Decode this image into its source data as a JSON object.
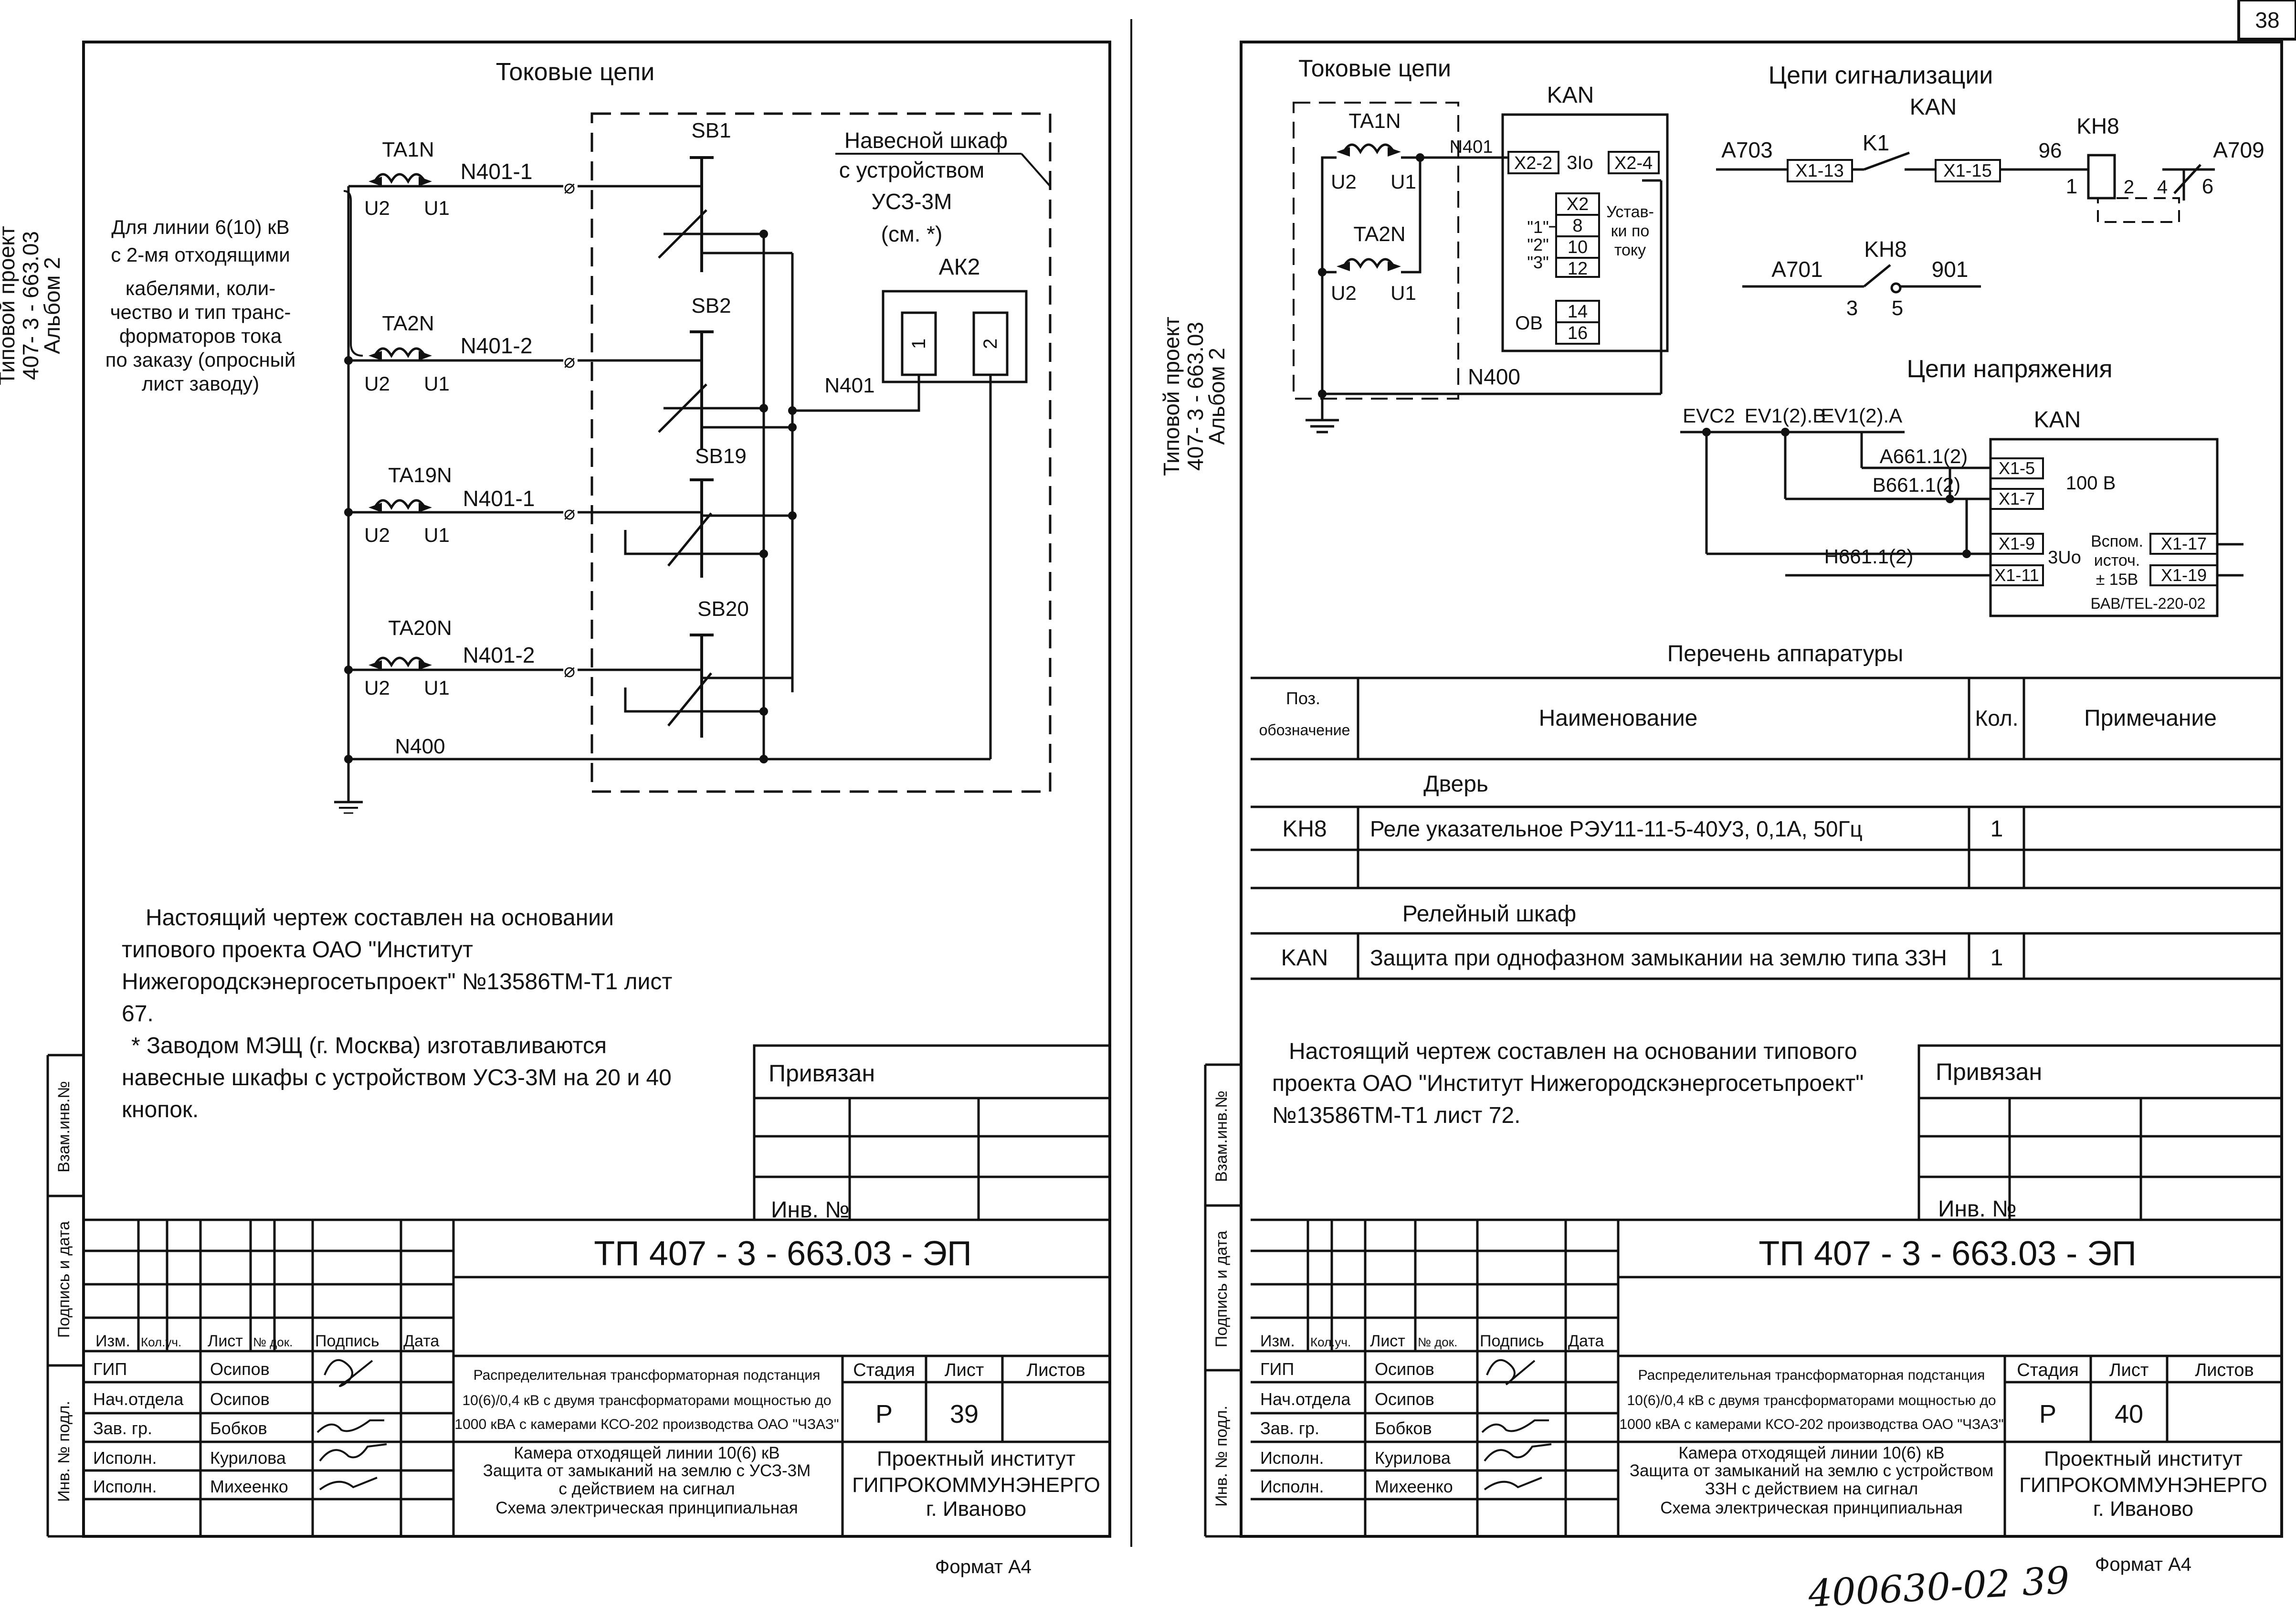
{
  "page_number": "38",
  "footer_handwritten": "400630-02 39",
  "sheets": [
    {
      "side_stamp": {
        "line1": "Типовой проект",
        "line2": "407- 3 - 663.03",
        "line3": "Альбом 2"
      },
      "side_labels": {
        "inv_vzam": "Взам.инв.№",
        "podpis_data": "Подпись и дата",
        "inv_podl": "Инв. № подл."
      },
      "diagram_title": "Токовые цепи",
      "transformers": [
        "TA1N",
        "TA2N",
        "TA19N",
        "TA20N"
      ],
      "terminal_u2": "U2",
      "terminal_u1": "U1",
      "wires": [
        "N401-1",
        "N401-2",
        "N401-1",
        "N401-2"
      ],
      "buttons": [
        "SB1",
        "SB2",
        "SB19",
        "SB20"
      ],
      "n400": "N400",
      "n401": "N401",
      "cabinet_label": [
        "Навесной шкаф",
        "с устройством",
        "УСЗ-3М",
        "(см. *)"
      ],
      "device": "АК2",
      "device_pins": [
        "1",
        "2"
      ],
      "line_note": [
        "Для линии 6(10) кВ",
        "с 2-мя отходящими",
        "кабелями, коли-",
        "чество и тип транс-",
        "форматоров тока",
        "по заказу (опросный",
        "лист заводу)"
      ],
      "notes": [
        "Настоящий чертеж составлен на основании",
        "типового проекта ОАО \"Институт",
        "Нижегородскэнергосетьпроект\" №13586ТМ-Т1 лист",
        "67.",
        "* Заводом МЭЩ (г. Москва) изготавливаются",
        "навесные шкафы с устройством УСЗ-3М на 20 и 40",
        "кнопок."
      ],
      "privyazan": "Привязан",
      "inv_no": "Инв. №",
      "doc_code": "ТП 407 - 3 - 663.03 - ЭП",
      "col_headers": [
        "Изм.",
        "Кол.уч.",
        "Лист",
        "№ док.",
        "Подпись",
        "Дата"
      ],
      "roles": [
        "ГИП",
        "Нач.отдела",
        "Зав. гр.",
        "Исполн.",
        "Исполн."
      ],
      "names": [
        "Осипов",
        "Осипов",
        "Бобков",
        "Курилова",
        "Михеенко"
      ],
      "object_desc": [
        "Распределительная трансформаторная подстанция",
        "10(6)/0,4 кВ с двумя трансформаторами мощностью до",
        "1000 кВА с камерами КСО-202 производства ОАО \"ЧЗАЗ\""
      ],
      "sheet_desc": [
        "Камера отходящей линии 10(6) кВ",
        "Защита от замыканий на землю с УСЗ-3М",
        "с действием на сигнал",
        "Схема электрическая принципиальная"
      ],
      "stadia_label": "Стадия",
      "list_label": "Лист",
      "listov_label": "Листов",
      "stadia": "Р",
      "sheet_no": "39",
      "institute": [
        "Проектный институт",
        "ГИПРОКОММУНЭНЕРГО",
        "г. Иваново"
      ],
      "format": "Формат А4"
    },
    {
      "side_stamp": {
        "line1": "Типовой проект",
        "line2": "407- 3 - 663.03",
        "line3": "Альбом 2"
      },
      "side_labels": {
        "inv_vzam": "Взам.инв.№",
        "podpis_data": "Подпись и дата",
        "inv_podl": "Инв. № подл."
      },
      "current_title": "Токовые цепи",
      "transformers": [
        "TA1N",
        "TA2N"
      ],
      "terminal_u2": "U2",
      "terminal_u1": "U1",
      "n401": "N401",
      "n400": "N400",
      "kan": "KAN",
      "kan_block": {
        "x22": "X2-2",
        "i3": "3Io",
        "x24": "X2-4",
        "x2": "X2",
        "pins": [
          "8",
          "10",
          "12"
        ],
        "ustav": [
          "Устав-",
          "ки по",
          "току"
        ],
        "quotes": [
          "\"1\"",
          "\"2\"",
          "\"3\""
        ],
        "ov": "ОВ",
        "ov_pins": [
          "14",
          "16"
        ]
      },
      "signal_title": "Цепи сигнализации",
      "signal": {
        "a703": "А703",
        "k1": "K1",
        "x113": "X1-13",
        "x115": "X1-15",
        "n96": "96",
        "kh8": "KH8",
        "pin1": "1",
        "pin2": "2",
        "pin4": "4",
        "pin6": "6",
        "a709": "А709",
        "a701": "А701",
        "n901": "901",
        "pin3": "3",
        "pin5": "5"
      },
      "voltage_title": "Цепи напряжения",
      "voltage": {
        "evc2": "EVC2",
        "ev1b": "EV1(2).B",
        "ev1a": "EV1(2).A",
        "a661": "А661.1(2)",
        "b661": "В661.1(2)",
        "h661": "Н661.1(2)",
        "x15": "X1-5",
        "x17": "X1-7",
        "x19": "X1-9",
        "x111": "X1-11",
        "v100": "100 В",
        "u3": "3Uo",
        "vspom": [
          "Вспом.",
          "источ.",
          "± 15В"
        ],
        "x117": "X1-17",
        "x119": "X1-19",
        "model": "БАВ/TEL-220-02"
      },
      "equipment_title": "Перечень аппаратуры",
      "equipment_headers": [
        "Поз.",
        "обозначение",
        "Наименование",
        "Кол.",
        "Примечание"
      ],
      "equipment_rows": [
        {
          "pos": "",
          "name": "Дверь",
          "qty": "",
          "note": ""
        },
        {
          "pos": "KH8",
          "name": "Реле указательное РЭУ11-11-5-40У3, 0,1А, 50Гц",
          "qty": "1",
          "note": ""
        },
        {
          "pos": "",
          "name": "",
          "qty": "",
          "note": ""
        },
        {
          "pos": "",
          "name": "Релейный шкаф",
          "qty": "",
          "note": ""
        },
        {
          "pos": "KAN",
          "name": "Защита при однофазном замыкании на землю типа ЗЗН",
          "qty": "1",
          "note": ""
        }
      ],
      "notes": [
        "Настоящий чертеж составлен на основании типового",
        "проекта ОАО \"Институт Нижегородскэнергосетьпроект\"",
        "№13586ТМ-Т1 лист  72."
      ],
      "privyazan": "Привязан",
      "inv_no": "Инв. №",
      "doc_code": "ТП 407 - 3 - 663.03 - ЭП",
      "col_headers": [
        "Изм.",
        "Кол.уч.",
        "Лист",
        "№ док.",
        "Подпись",
        "Дата"
      ],
      "roles": [
        "ГИП",
        "Нач.отдела",
        "Зав. гр.",
        "Исполн.",
        "Исполн."
      ],
      "names": [
        "Осипов",
        "Осипов",
        "Бобков",
        "Курилова",
        "Михеенко"
      ],
      "object_desc": [
        "Распределительная трансформаторная подстанция",
        "10(6)/0,4 кВ с двумя трансформаторами мощностью до",
        "1000 кВА с камерами КСО-202 производства ОАО \"ЧЗАЗ\""
      ],
      "sheet_desc": [
        "Камера отходящей линии 10(6) кВ",
        "Защита от замыканий на землю с устройством",
        "ЗЗН с действием на сигнал",
        "Схема электрическая принципиальная"
      ],
      "stadia_label": "Стадия",
      "list_label": "Лист",
      "listov_label": "Листов",
      "stadia": "Р",
      "sheet_no": "40",
      "institute": [
        "Проектный институт",
        "ГИПРОКОММУНЭНЕРГО",
        "г. Иваново"
      ],
      "format": "Формат А4"
    }
  ]
}
